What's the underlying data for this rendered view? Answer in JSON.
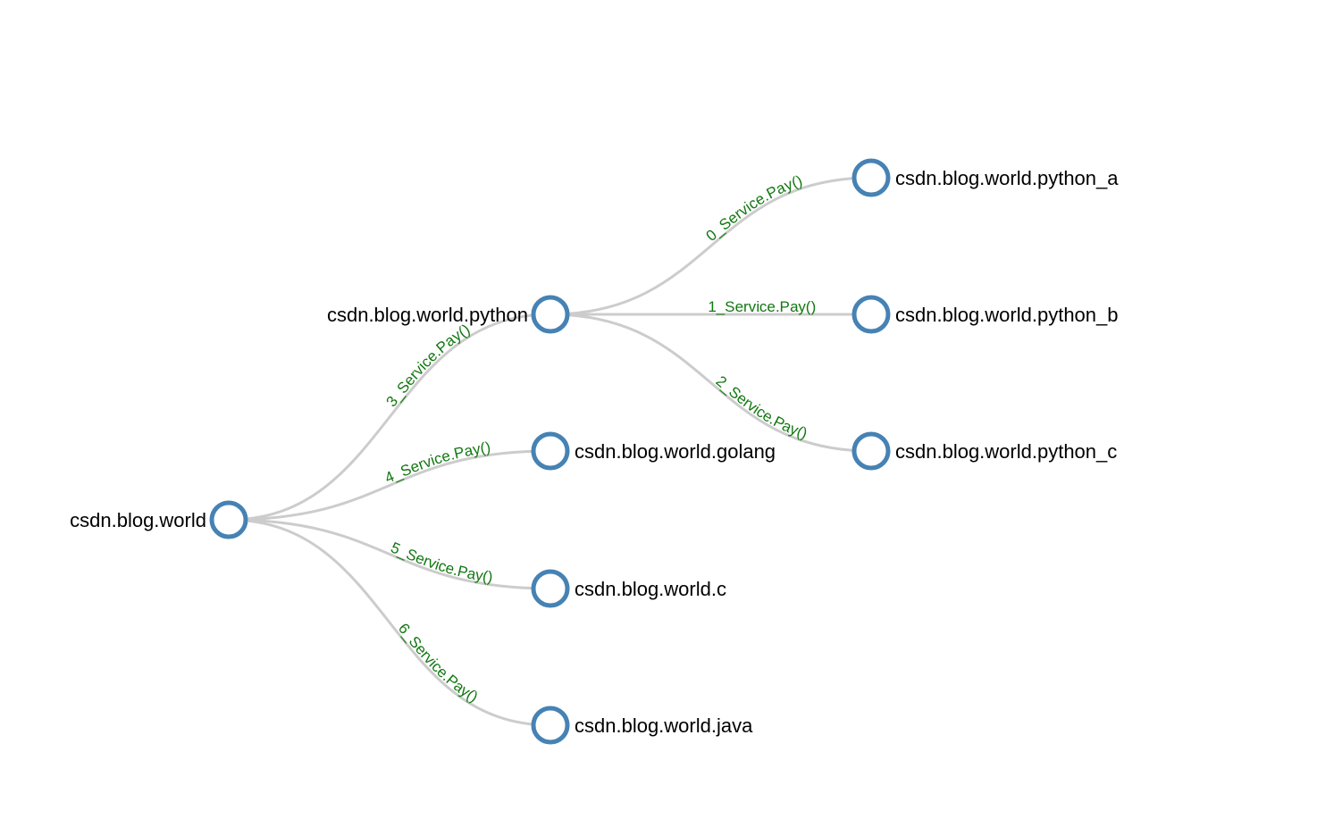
{
  "colors": {
    "node_stroke": "#4682b4",
    "node_fill": "#ffffff",
    "link_stroke": "#cccccc",
    "link_label": "#117711",
    "node_label": "#000000"
  },
  "tree": {
    "nodes": [
      {
        "id": "root",
        "label": "csdn.blog.world"
      },
      {
        "id": "python",
        "label": "csdn.blog.world.python"
      },
      {
        "id": "golang",
        "label": "csdn.blog.world.golang"
      },
      {
        "id": "c",
        "label": "csdn.blog.world.c"
      },
      {
        "id": "java",
        "label": "csdn.blog.world.java"
      },
      {
        "id": "python_a",
        "label": "csdn.blog.world.python_a"
      },
      {
        "id": "python_b",
        "label": "csdn.blog.world.python_b"
      },
      {
        "id": "python_c",
        "label": "csdn.blog.world.python_c"
      }
    ],
    "links": [
      {
        "source": "python",
        "target": "python_a",
        "label": "0_Service.Pay()"
      },
      {
        "source": "python",
        "target": "python_b",
        "label": "1_Service.Pay()"
      },
      {
        "source": "python",
        "target": "python_c",
        "label": "2_Service.Pay()"
      },
      {
        "source": "root",
        "target": "python",
        "label": "3_Service.Pay()"
      },
      {
        "source": "root",
        "target": "golang",
        "label": "4_Service.Pay()"
      },
      {
        "source": "root",
        "target": "c",
        "label": "5_Service.Pay()"
      },
      {
        "source": "root",
        "target": "java",
        "label": "6_Service.Pay()"
      }
    ]
  }
}
